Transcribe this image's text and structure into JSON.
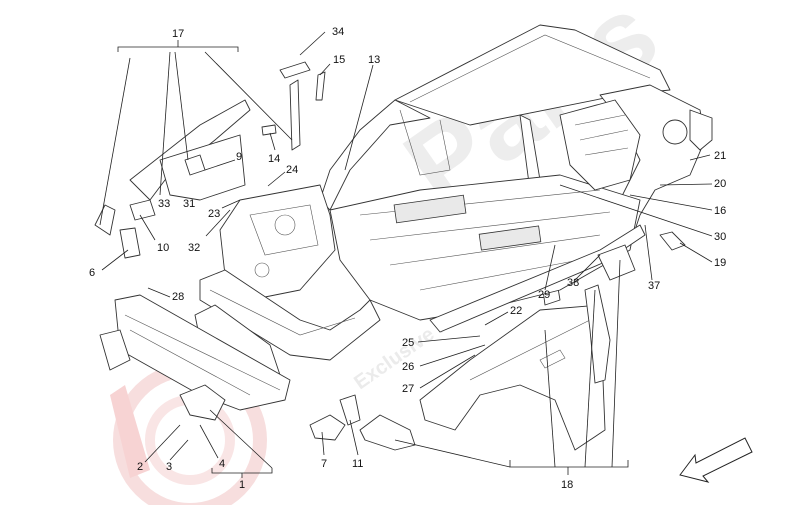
{
  "callouts": [
    {
      "id": "c1",
      "text": "1"
    },
    {
      "id": "c2",
      "text": "2"
    },
    {
      "id": "c3",
      "text": "3"
    },
    {
      "id": "c4",
      "text": "4"
    },
    {
      "id": "c6",
      "text": "6"
    },
    {
      "id": "c7",
      "text": "7"
    },
    {
      "id": "c9",
      "text": "9"
    },
    {
      "id": "c10",
      "text": "10"
    },
    {
      "id": "c11",
      "text": "11"
    },
    {
      "id": "c13",
      "text": "13"
    },
    {
      "id": "c14",
      "text": "14"
    },
    {
      "id": "c15",
      "text": "15"
    },
    {
      "id": "c16",
      "text": "16"
    },
    {
      "id": "c17",
      "text": "17"
    },
    {
      "id": "c18",
      "text": "18"
    },
    {
      "id": "c19",
      "text": "19"
    },
    {
      "id": "c20",
      "text": "20"
    },
    {
      "id": "c21",
      "text": "21"
    },
    {
      "id": "c22",
      "text": "22"
    },
    {
      "id": "c23",
      "text": "23"
    },
    {
      "id": "c24",
      "text": "24"
    },
    {
      "id": "c25",
      "text": "25"
    },
    {
      "id": "c26",
      "text": "26"
    },
    {
      "id": "c27",
      "text": "27"
    },
    {
      "id": "c28",
      "text": "28"
    },
    {
      "id": "c29",
      "text": "29"
    },
    {
      "id": "c30",
      "text": "30"
    },
    {
      "id": "c31",
      "text": "31"
    },
    {
      "id": "c32",
      "text": "32"
    },
    {
      "id": "c33",
      "text": "33"
    },
    {
      "id": "c34",
      "text": "34"
    },
    {
      "id": "c37",
      "text": "37"
    },
    {
      "id": "c38",
      "text": "38"
    }
  ],
  "watermark": {
    "brand": "Parts",
    "tagline": "Exclusive Parts Specialist",
    "color": "#d0d0d0",
    "logo_color": "#e8a0a0"
  },
  "direction_arrow": "front-direction-arrow",
  "colors": {
    "line": "#333333",
    "text": "#111111",
    "background": "#ffffff"
  }
}
